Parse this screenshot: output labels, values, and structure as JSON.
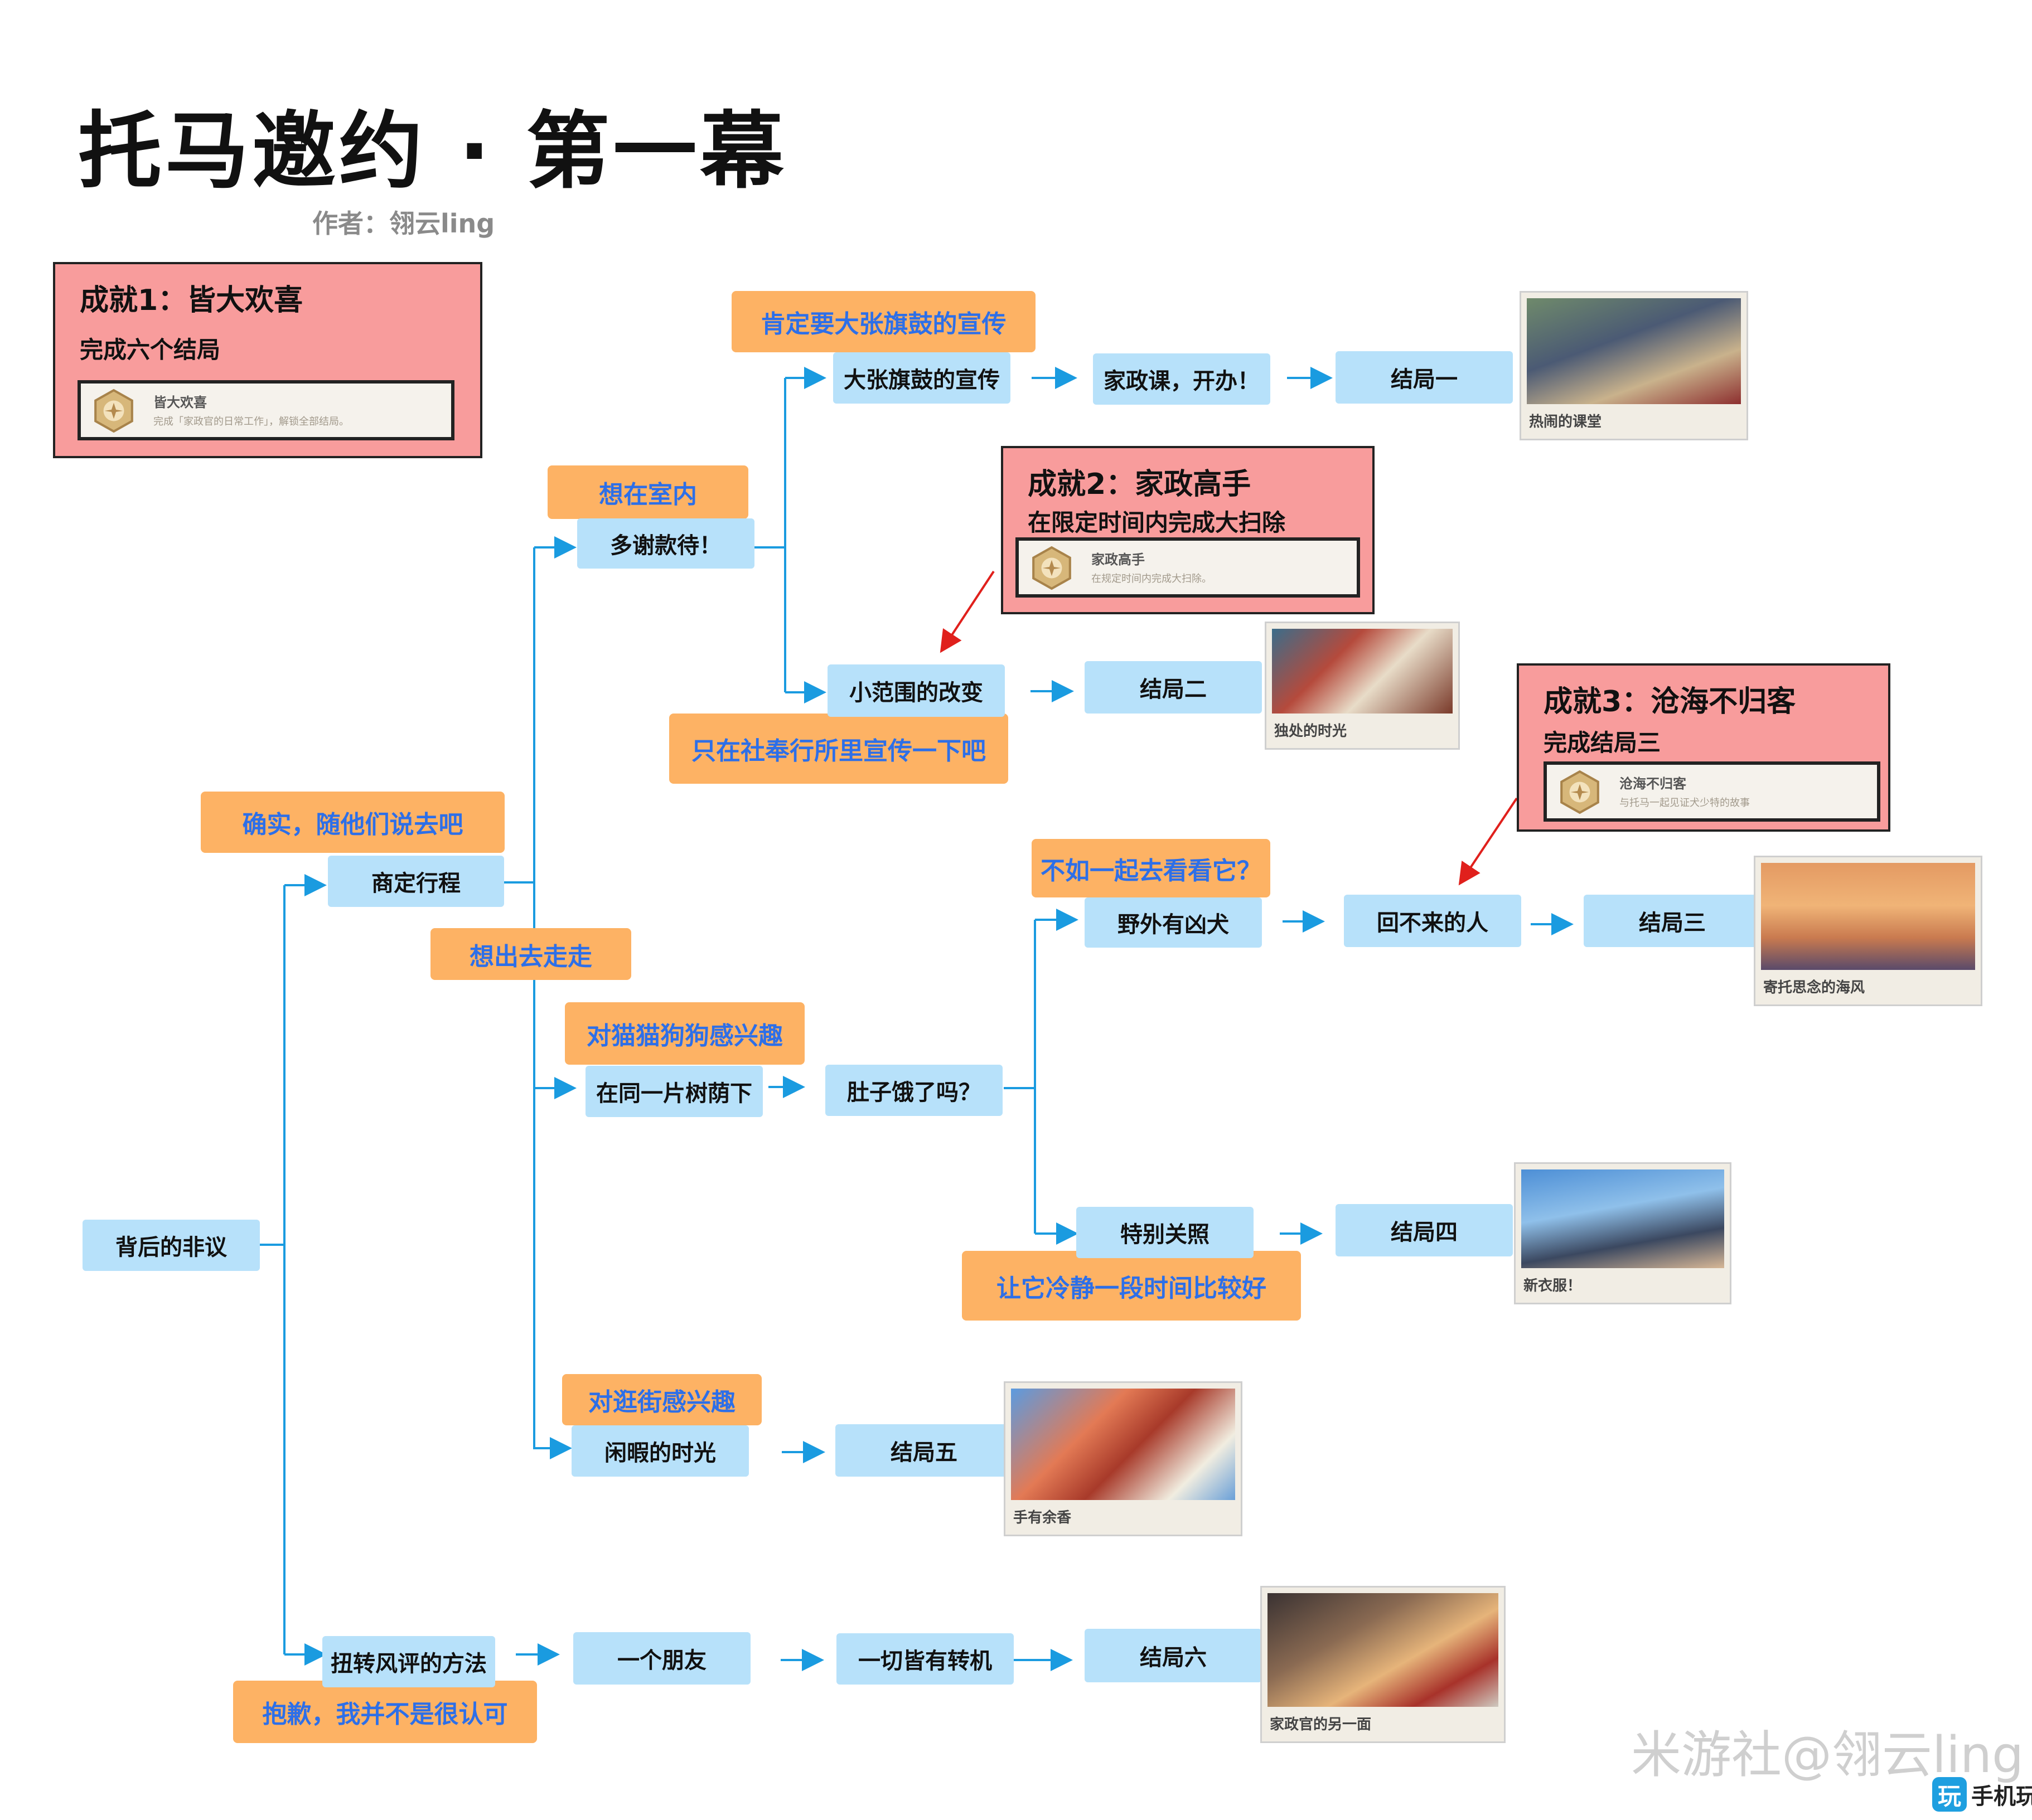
{
  "title": "托马邀约 · 第一幕",
  "author": "作者：翎云ling",
  "colors": {
    "node": "#b7e1fa",
    "choice_bg": "#fdb264",
    "choice_text": "#2d6fe8",
    "achievement_bg": "#f89c9c",
    "line": "#1a9be0",
    "pointer_arrow": "#e0201c"
  },
  "achievements": {
    "a1": {
      "title": "成就1：皆大欢喜",
      "desc": "完成六个结局",
      "card_title": "皆大欢喜",
      "card_desc": "完成「家政官的日常工作」，解锁全部结局。",
      "icon": "achievement-medal-icon"
    },
    "a2": {
      "title": "成就2：家政高手",
      "desc": "在限定时间内完成大扫除",
      "card_title": "家政高手",
      "card_desc": "在规定时间内完成大扫除。",
      "icon": "achievement-medal-icon"
    },
    "a3": {
      "title": "成就3：沧海不归客",
      "desc": "完成结局三",
      "card_title": "沧海不归客",
      "card_desc": "与托马一起见证犬少特的故事",
      "icon": "achievement-medal-icon"
    }
  },
  "nodes": {
    "start": "背后的非议",
    "discuss": "商定行程",
    "thanks": "多谢款待！",
    "banner": "大张旗鼓的宣传",
    "housework": "家政课，开办！",
    "end1": "结局一",
    "small_change": "小范围的改变",
    "end2": "结局二",
    "tree_shade": "在同一片树荫下",
    "hungry": "肚子饿了吗？",
    "wild_dog": "野外有凶犬",
    "no_return": "回不来的人",
    "end3": "结局三",
    "special_care": "特别关照",
    "end4": "结局四",
    "leisure": "闲暇的时光",
    "end5": "结局五",
    "reverse": "扭转风评的方法",
    "friend": "一个朋友",
    "turning_point": "一切皆有转机",
    "end6": "结局六"
  },
  "choices": {
    "follow": "确实，随他们说去吧",
    "indoor": "想在室内",
    "affirm_banner": "肯定要大张旗鼓的宣传",
    "small_promo": "只在社奉行所里宣传一下吧",
    "go_out": "想出去走走",
    "cats_dogs": "对猫猫狗狗感兴趣",
    "look_together": "不如一起去看看它？",
    "calm_down": "让它冷静一段时间比较好",
    "shopping": "对逛街感兴趣",
    "sorry": "抱歉，我并不是很认可"
  },
  "scenes": {
    "s1": "热闹的课堂",
    "s2": "独处的时光",
    "s3": "寄托思念的海风",
    "s4": "新衣服！",
    "s5": "手有余香",
    "s6": "家政官的另一面"
  },
  "watermark": "米游社@翎云ling",
  "logo": {
    "badge": "玩",
    "text": "手机玩"
  }
}
